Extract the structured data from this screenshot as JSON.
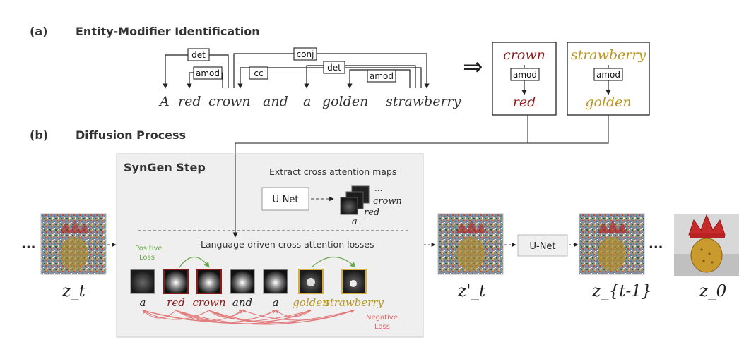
{
  "section_a": {
    "letter": "(a)",
    "title": "Entity-Modifier Identification"
  },
  "section_b": {
    "letter": "(b)",
    "title": "Diffusion Process"
  },
  "sentence": [
    "A",
    "red",
    "crown",
    "and",
    "a",
    "golden",
    "strawberry"
  ],
  "dependencies": [
    "det",
    "amod",
    "conj",
    "cc",
    "det",
    "amod"
  ],
  "implies": "⇒",
  "pairs": [
    {
      "entity": "crown",
      "relation": "amod",
      "modifier": "red",
      "color": "#8b1a1a"
    },
    {
      "entity": "strawberry",
      "relation": "amod",
      "modifier": "golden",
      "color": "#b8961e"
    }
  ],
  "syngen": {
    "title": "SynGen Step",
    "extract_label": "Extract cross attention maps",
    "unet": "U-Net",
    "map_labels": {
      "top": "crown",
      "mid": "red",
      "bottom": "a",
      "ellipsis": "..."
    },
    "losses_label": "Language-driven cross attention losses",
    "positive_loss": [
      "Positive",
      "Loss"
    ],
    "negative_loss": [
      "Negative",
      "Loss"
    ],
    "tokens": [
      {
        "label": "a",
        "color": "#222",
        "border": "#999999"
      },
      {
        "label": "red",
        "color": "#8b1a1a",
        "border": "#8b1a1a"
      },
      {
        "label": "crown",
        "color": "#8b1a1a",
        "border": "#8b1a1a"
      },
      {
        "label": "and",
        "color": "#222",
        "border": "#999999"
      },
      {
        "label": "a",
        "color": "#222",
        "border": "#999999"
      },
      {
        "label": "golden",
        "color": "#b8961e",
        "border": "#d4b03a"
      },
      {
        "label": "strawberry",
        "color": "#b8961e",
        "border": "#d4b03a"
      }
    ]
  },
  "pipeline": {
    "ellipsis": "...",
    "unet": "U-Net",
    "labels": [
      "z_t",
      "z'_t",
      "z_{t-1}",
      "z_0"
    ]
  },
  "colors": {
    "positive": "#6aa84f",
    "negative": "#e06666",
    "red": "#8b1a1a",
    "gold": "#b8961e"
  }
}
